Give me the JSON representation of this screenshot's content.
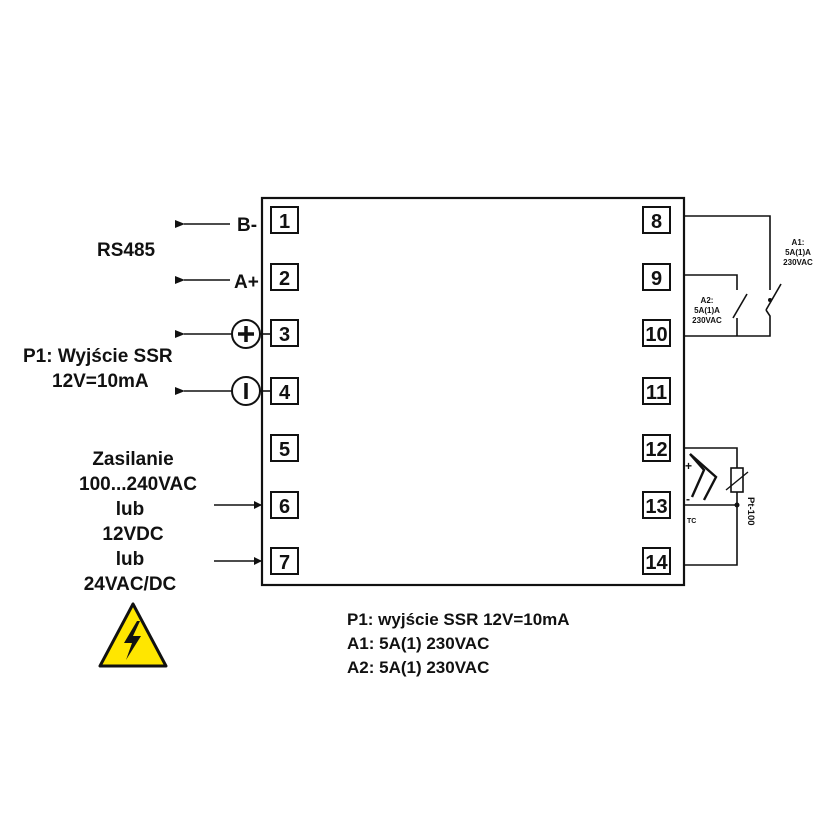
{
  "left_labels": {
    "b_minus": "B-",
    "a_plus": "A+",
    "rs485": "RS485",
    "p1_line1": "P1: Wyjście SSR",
    "p1_line2": "12V=10mA",
    "supply": [
      "Zasilanie",
      "100...240VAC",
      "lub",
      "12VDC",
      "lub",
      "24VAC/DC"
    ]
  },
  "terminals": {
    "left": [
      "1",
      "2",
      "3",
      "4",
      "5",
      "6",
      "7"
    ],
    "right": [
      "8",
      "9",
      "10",
      "11",
      "12",
      "13",
      "14"
    ]
  },
  "relay_labels": {
    "a1": [
      "A1:",
      "5A(1)A",
      "230VAC"
    ],
    "a2": [
      "A2:",
      "5A(1)A",
      "230VAC"
    ]
  },
  "sensor_labels": {
    "tc_plus": "+",
    "tc_minus": "-",
    "tc": "TC",
    "pt100": "Pt-100"
  },
  "legend": [
    "P1: wyjście SSR 12V=10mA",
    "A1: 5A(1) 230VAC",
    "A2: 5A(1) 230VAC"
  ],
  "colors": {
    "line": "#111111",
    "warning_fill": "#ffe600",
    "background": "#ffffff"
  },
  "icons": {
    "plus_circle": "plus-circle-icon",
    "minus_circle": "minus-circle-icon",
    "warning": "high-voltage-warning-icon"
  }
}
